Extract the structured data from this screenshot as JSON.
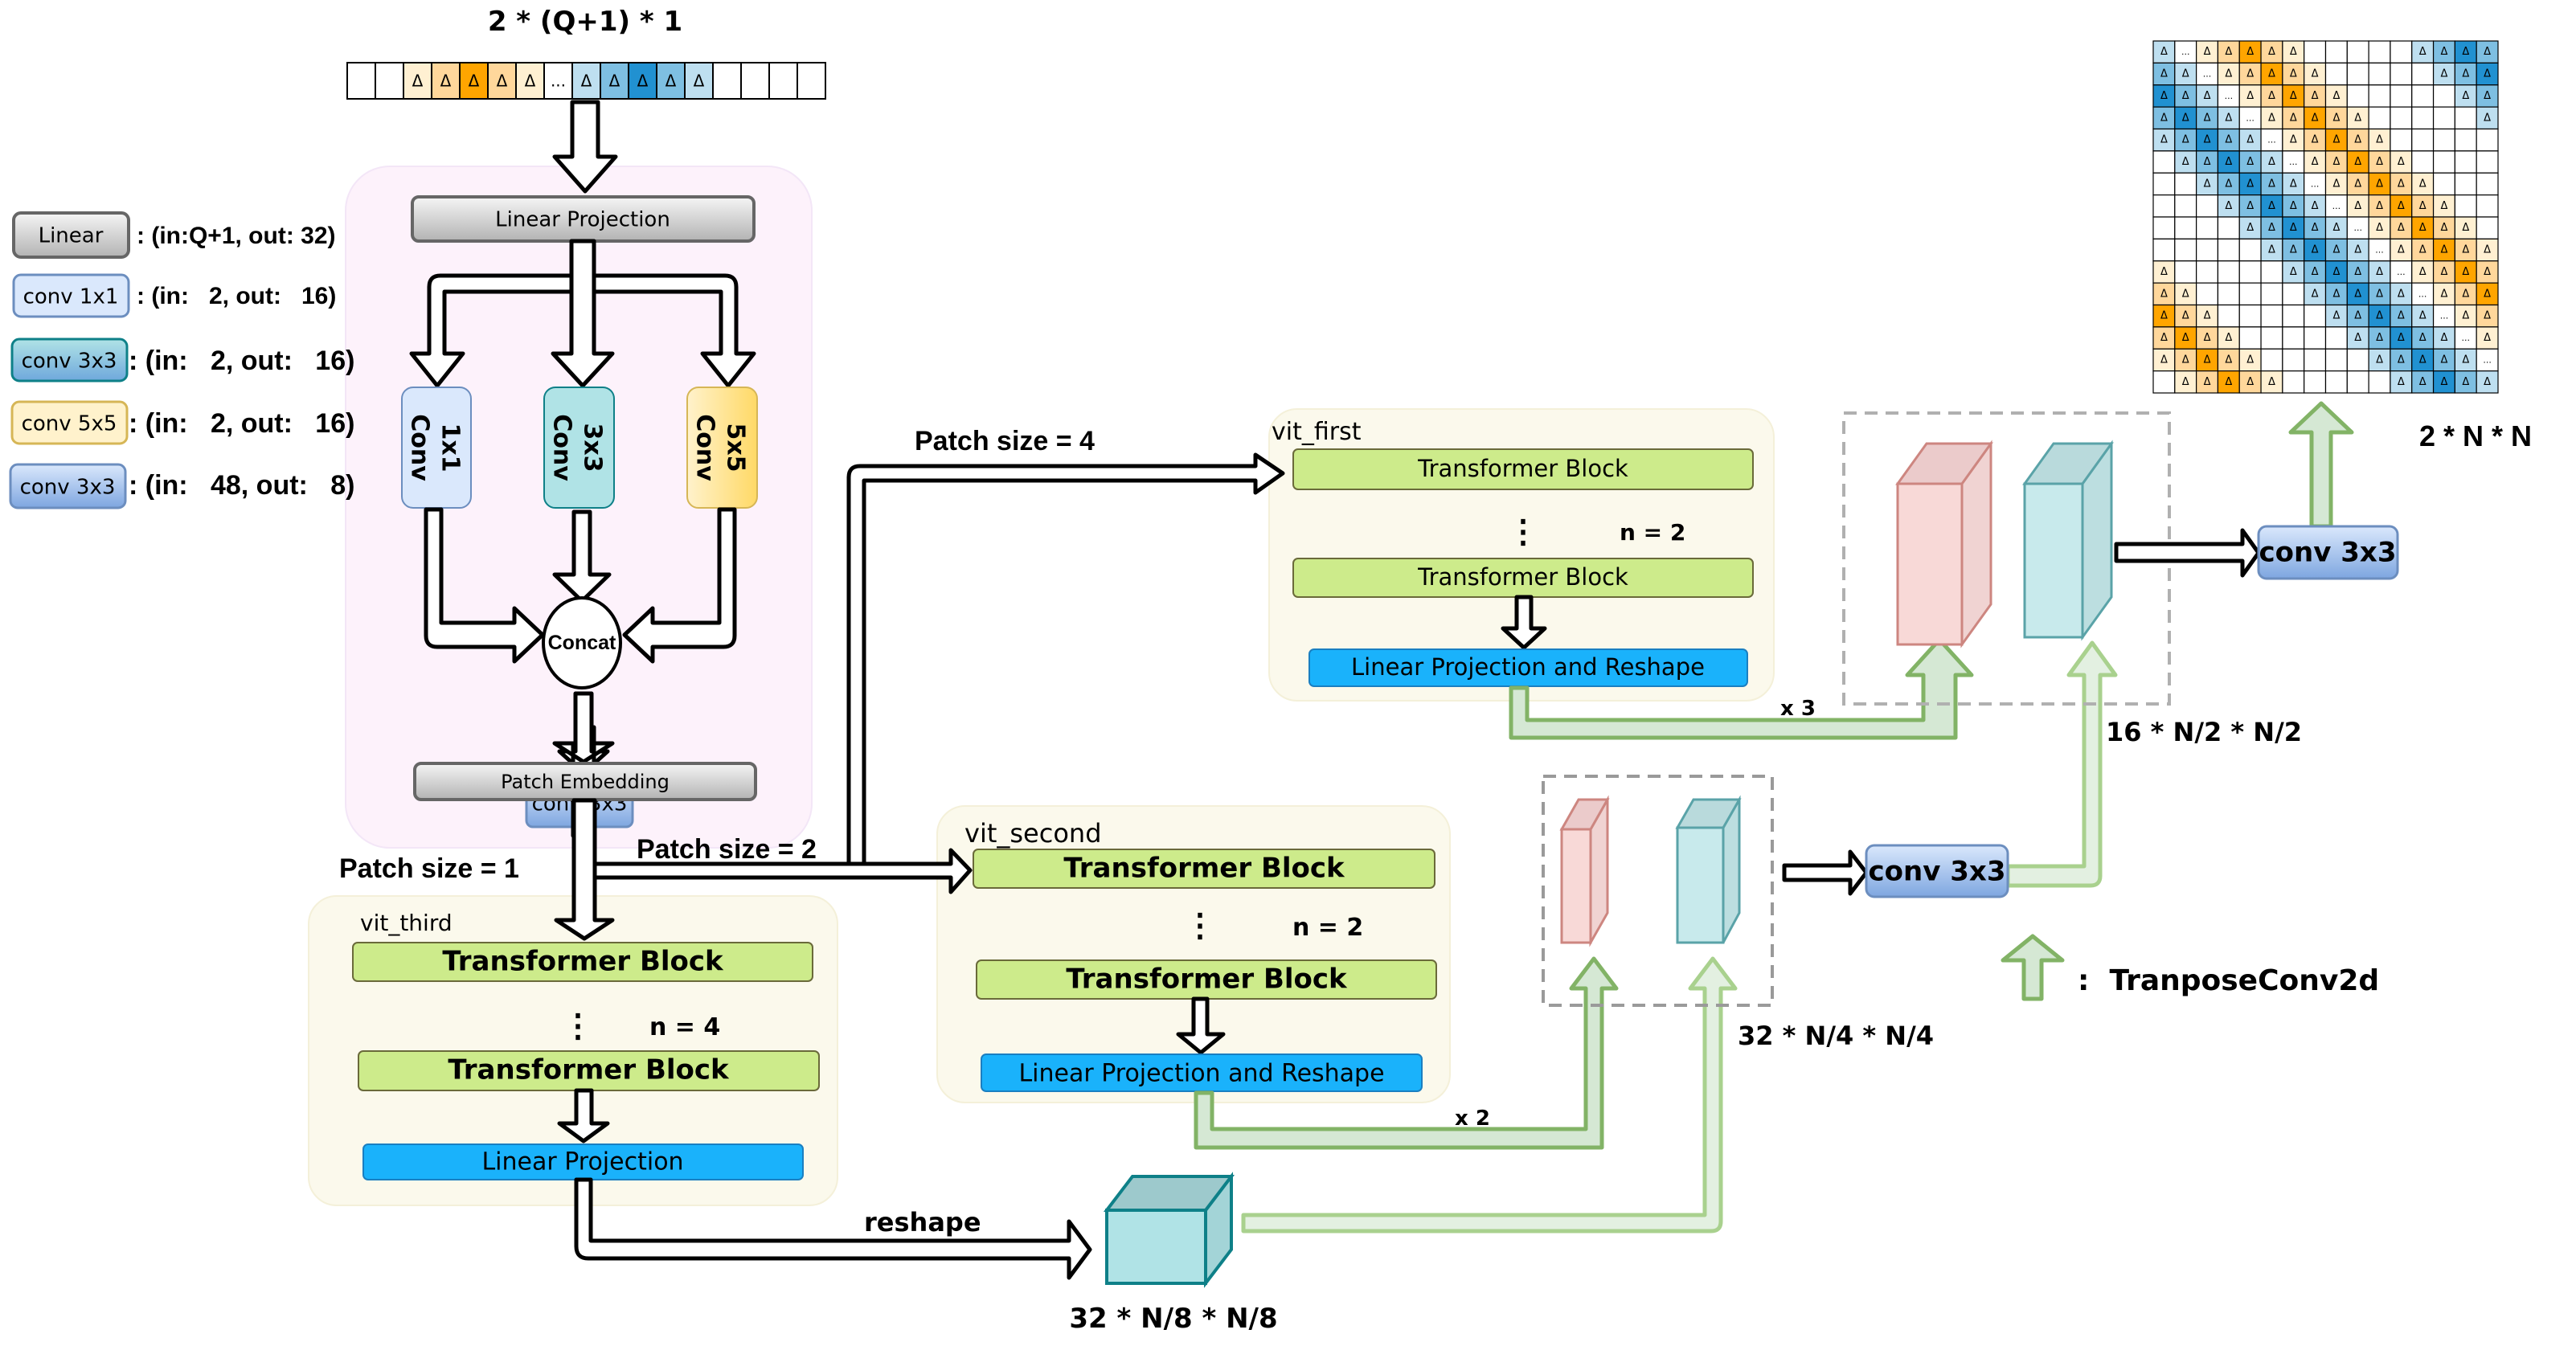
{
  "input_vector": {
    "title": "2 * (Q+1) * 1",
    "cells": [
      "",
      "",
      "Δ",
      "Δ",
      "Δ",
      "Δ",
      "Δ",
      "...",
      "Δ",
      "Δ",
      "Δ",
      "Δ",
      "Δ",
      "",
      "",
      "",
      ""
    ],
    "cell_tones": [
      "none",
      "none",
      "orange-light",
      "orange-mid",
      "orange-dark",
      "orange-mid",
      "orange-light",
      "none",
      "blue-light",
      "blue-mid",
      "blue-dark",
      "blue-mid",
      "blue-light",
      "none",
      "none",
      "none",
      "none"
    ]
  },
  "colors": {
    "orange-light": "#FFF0D2",
    "orange-mid": "#FFD79B",
    "orange-dark": "#FFA500",
    "blue-light": "#BEDFF0",
    "blue-mid": "#7EBFE2",
    "blue-dark": "#2191D1",
    "none": "#FFFFFF"
  },
  "legend": {
    "items": [
      {
        "label": "Linear",
        "desc": ": (in:Q+1, out: 32)",
        "style": "gray"
      },
      {
        "label": "conv 1x1",
        "desc": ": (in:   2, out:   16)",
        "style": "lightblue"
      },
      {
        "label": "conv 3x3",
        "desc": ": (in:   2, out:   16)",
        "style": "teal"
      },
      {
        "label": "conv 5x5",
        "desc": ": (in:   2, out:   16)",
        "style": "yellow"
      },
      {
        "label": "conv 3x3",
        "desc": ": (in:   48, out:   8)",
        "style": "blue"
      }
    ],
    "transpose": {
      "desc": ":  TranposeConv2d"
    }
  },
  "inception": {
    "linear_projection": "Linear Projection",
    "branches": [
      {
        "line1": "1x1",
        "line2": "Conv"
      },
      {
        "line1": "3x3",
        "line2": "Conv"
      },
      {
        "line1": "5x5",
        "line2": "Conv"
      }
    ],
    "concat": "Concat",
    "conv_out": "conv 3x3"
  },
  "patch_embedding": "Patch Embedding",
  "patch_sizes": {
    "p1": "Patch size = 1",
    "p2": "Patch size = 2",
    "p4": "Patch size = 4"
  },
  "vit_first": {
    "title": "vit_first",
    "block1": "Transformer Block",
    "block2": "Transformer Block",
    "n": "n = 2",
    "proj": "Linear Projection and Reshape",
    "repeat": "x 3"
  },
  "vit_second": {
    "title": "vit_second",
    "block1": "Transformer Block",
    "block2": "Transformer Block",
    "n": "n = 2",
    "proj": "Linear Projection and Reshape",
    "repeat": "x 2"
  },
  "vit_third": {
    "title": "vit_third",
    "block1": "Transformer Block",
    "block2": "Transformer Block",
    "n": "n = 4",
    "proj": "Linear Projection",
    "reshape": "reshape"
  },
  "decoder": {
    "shape_small": "32 * N/8 * N/8",
    "shape_mid": "32 * N/4 * N/4",
    "shape_large": "16 * N/2 * N/2",
    "conv_mid": "conv 3x3",
    "conv_final": "conv 3x3",
    "output_shape": "2 * N * N"
  },
  "output_matrix": {
    "size": 16,
    "dots": "...",
    "delta": "Δ"
  }
}
